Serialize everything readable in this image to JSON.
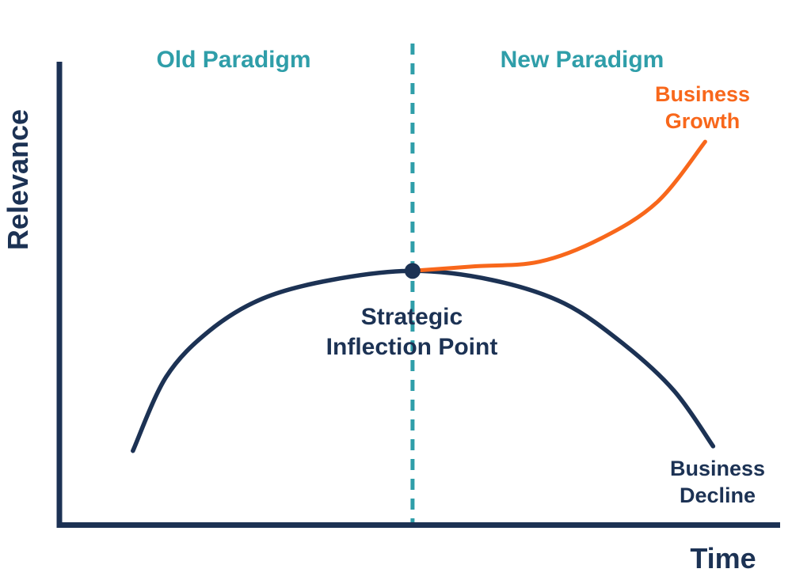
{
  "colors": {
    "navy": "#1C3254",
    "teal": "#2F9EA9",
    "orange": "#F8671B",
    "background": "#FFFFFF"
  },
  "labels": {
    "y_axis": "Relevance",
    "x_axis": "Time",
    "old_paradigm": "Old Paradigm",
    "new_paradigm": "New Paradigm",
    "inflection_line1": "Strategic",
    "inflection_line2": "Inflection Point",
    "growth_line1": "Business",
    "growth_line2": "Growth",
    "decline_line1": "Business",
    "decline_line2": "Decline"
  },
  "chart_data": {
    "type": "line",
    "title": "Strategic Inflection Point",
    "xlabel": "Time",
    "ylabel": "Relevance",
    "xlim": [
      0,
      100
    ],
    "ylim": [
      0,
      100
    ],
    "grid": false,
    "axes_numeric": false,
    "legend": "inline-labels",
    "series": [
      {
        "name": "Business Decline",
        "color": "#1C3254",
        "stroke_width": 5.5,
        "x": [
          10.2,
          14.8,
          20.8,
          28.2,
          37.6,
          49,
          60.1,
          70,
          78.4,
          85.3,
          90.7
        ],
        "y": [
          16,
          32,
          42,
          49,
          53,
          55,
          53,
          48,
          39,
          29,
          17
        ]
      },
      {
        "name": "Business Growth",
        "color": "#F8671B",
        "stroke_width": 5,
        "x": [
          49,
          57.7,
          66.6,
          75.1,
          83,
          89.6
        ],
        "y": [
          55,
          56,
          57,
          62,
          70,
          83
        ]
      }
    ],
    "inflection_point": {
      "x": 49,
      "y": 55,
      "label": "Strategic Inflection Point"
    },
    "divider": {
      "type": "vertical-dashed",
      "x": 49,
      "color": "#2F9EA9"
    },
    "annotations": [
      {
        "text": "Old Paradigm",
        "region": "left of divider",
        "color": "#2F9EA9"
      },
      {
        "text": "New Paradigm",
        "region": "right of divider",
        "color": "#2F9EA9"
      },
      {
        "text": "Business Growth",
        "attached_to": "growth curve end",
        "color": "#F8671B"
      },
      {
        "text": "Business Decline",
        "attached_to": "decline curve end",
        "color": "#1C3254"
      },
      {
        "text": "Strategic Inflection Point",
        "attached_to": "inflection point",
        "color": "#1C3254"
      }
    ]
  }
}
